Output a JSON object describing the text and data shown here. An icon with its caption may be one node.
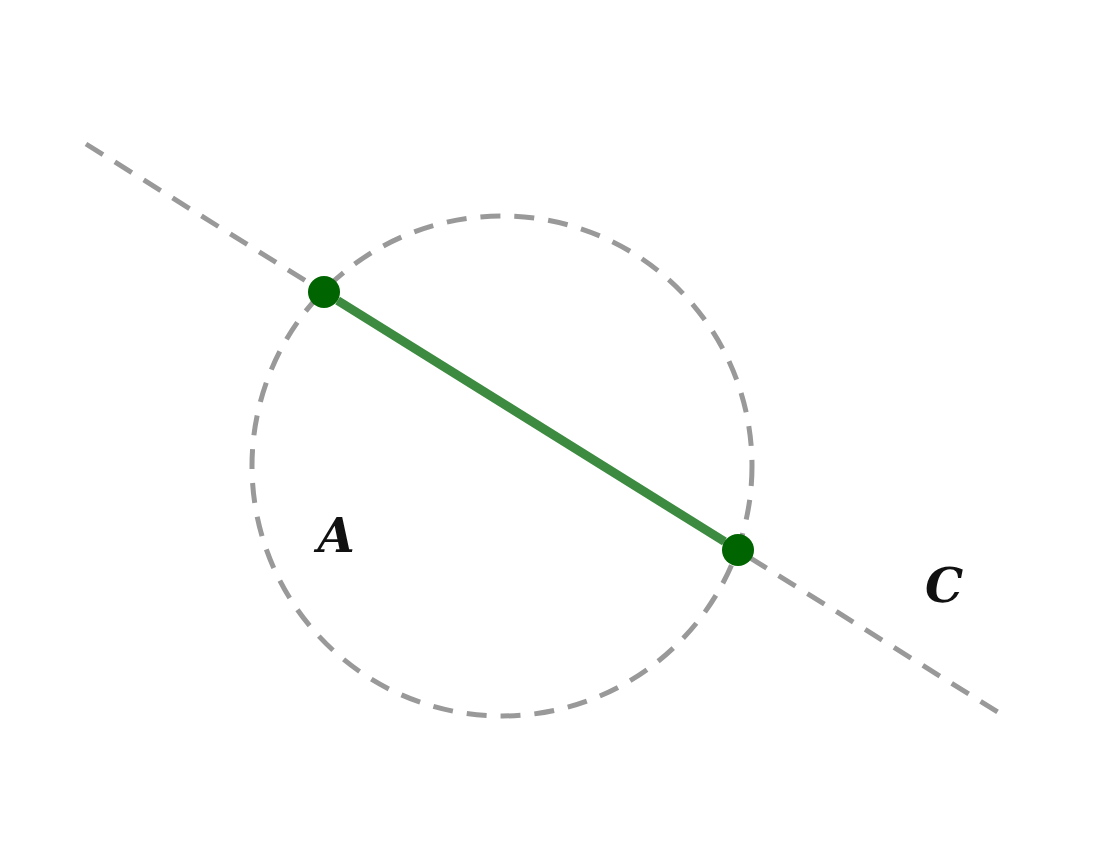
{
  "diagram": {
    "nodes": [
      {
        "text": [],
        "shape": "circle"
      },
      {
        "text": [],
        "shape": "circle"
      }
    ],
    "edges": [
      {
        "from": 0,
        "to": 1,
        "arrow": "none"
      }
    ],
    "labels": [
      "A",
      "C"
    ]
  }
}
